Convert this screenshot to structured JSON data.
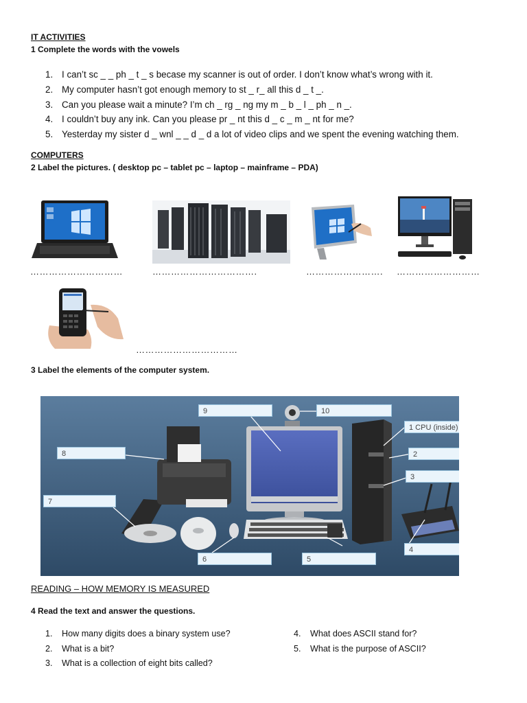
{
  "sec1": {
    "heading": "IT ACTIVITIES",
    "instruction": "1 Complete the words with the vowels",
    "items": [
      {
        "num": "1.",
        "text": "I can’t sc _ _ ph _ t _ s becase my scanner is out of order. I don’t know what’s wrong with it."
      },
      {
        "num": "2.",
        "text": "My computer hasn’t got enough memory to st _ r_ all this d _ t _."
      },
      {
        "num": "3.",
        "text": "Can you please wait a minute? I’m ch _ rg _ ng my m _ b _ l _ ph _ n _."
      },
      {
        "num": "4.",
        "text": "I couldn’t buy any ink. Can you please pr _ nt this d _ c _ m _ nt for me?"
      },
      {
        "num": "5.",
        "text": "Yesterday my sister d _ wnl _ _ d _ d a lot of video clips and we spent the evening watching them."
      }
    ]
  },
  "sec2": {
    "heading": "COMPUTERS",
    "instruction": "2 Label the pictures.   ( desktop pc – tablet pc – laptop – mainframe – PDA)",
    "blanks": [
      "…………………………",
      "…………………………….",
      "…………………….",
      "………………………",
      "……………………………"
    ]
  },
  "sec3": {
    "instruction": "3 Label the elements of the computer system.",
    "labels": [
      "1 CPU (inside)",
      "2",
      "3",
      "4",
      "5",
      "6",
      "7",
      "8",
      "9",
      "10"
    ]
  },
  "sec4": {
    "heading": "READING – HOW MEMORY IS MEASURED",
    "instruction": "4 Read the text and answer the questions.",
    "left": [
      {
        "num": "1.",
        "text": "How many digits does a binary system use?"
      },
      {
        "num": "2.",
        "text": "What is a bit?"
      },
      {
        "num": "3.",
        "text": "What is a collection of eight bits called?"
      }
    ],
    "right": [
      {
        "num": "4.",
        "text": "What does ASCII stand for?"
      },
      {
        "num": "5.",
        "text": "What is the purpose of ASCII?"
      }
    ]
  },
  "colors": {
    "diagram_bg": "#5b7d9e",
    "label_bg": "#eaf4fb",
    "screen": "#4a5fa8"
  }
}
